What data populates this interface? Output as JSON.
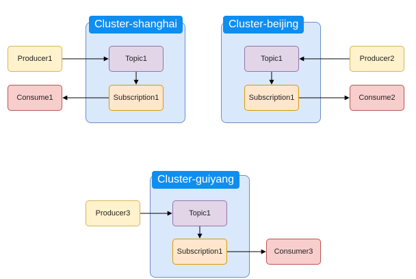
{
  "colors": {
    "cluster_fill": "#dae8fc",
    "cluster_border": "#6c8ebf",
    "cluster_title_bg": "#0f8ef0",
    "producer_fill": "#fff2cc",
    "consumer_fill": "#f8cecc",
    "topic_fill": "#e1d5e7",
    "subscription_fill": "#ffe6cc",
    "edge": "#000000"
  },
  "clusters": [
    {
      "title": "Cluster-shanghai",
      "topic": "Topic1",
      "subscription": "Subscription1",
      "producer": "Producer1",
      "consumer": "Consume1"
    },
    {
      "title": "Cluster-beijing",
      "topic": "Topic1",
      "subscription": "Subscription1",
      "producer": "Producer2",
      "consumer": "Consume2"
    },
    {
      "title": "Cluster-guiyang",
      "topic": "Topic1",
      "subscription": "Subscription1",
      "producer": "Producer3",
      "consumer": "Consumer3"
    }
  ]
}
